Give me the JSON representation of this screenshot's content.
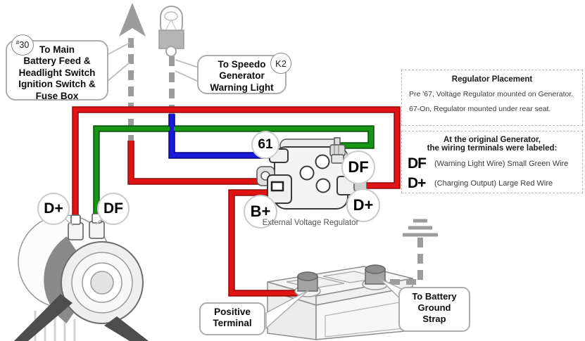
{
  "callouts": {
    "main_feed": {
      "badge_prefix": "#",
      "badge_number": "30",
      "lines": [
        "To Main",
        "Battery Feed &",
        "Headlight Switch",
        "Ignition Switch &",
        "Fuse Box"
      ]
    },
    "speedo": {
      "badge": "K2",
      "lines": [
        "To Speedo",
        "Generator",
        "Warning Light"
      ]
    },
    "positive_terminal": {
      "lines": [
        "Positive",
        "Terminal"
      ]
    },
    "ground_strap": {
      "lines": [
        "To Battery",
        "Ground",
        "Strap"
      ]
    }
  },
  "terminal_labels": {
    "gen_dplus": "D+",
    "gen_df": "DF",
    "reg_61": "61",
    "reg_df": "DF",
    "reg_bplus": "B+",
    "reg_dplus": "D+"
  },
  "regulator_caption": "External Voltage Regulator",
  "info_boxes": {
    "placement": {
      "title": "Regulator Placement",
      "lines": [
        "Pre '67, Voltage Regulator mounted on Generator.",
        "67-On, Regulator mounted under rear seat."
      ]
    },
    "terminals": {
      "title_lines": [
        "At the original Generator,",
        "the wiring terminals were labeled:"
      ],
      "entries": [
        {
          "term": "DF",
          "desc": "(Warning Light Wire) Small Green Wire"
        },
        {
          "term": "D+",
          "desc": "(Charging Output) Large Red Wire"
        }
      ]
    }
  },
  "colors": {
    "wire_red": "#e01414",
    "wire_red_dark": "#9e0b0b",
    "wire_green": "#169416",
    "wire_green_dark": "#0a5a0a",
    "wire_blue": "#1a1ad9",
    "wire_blue_dark": "#0b0b8f",
    "wire_gray": "#9c9c9c"
  }
}
